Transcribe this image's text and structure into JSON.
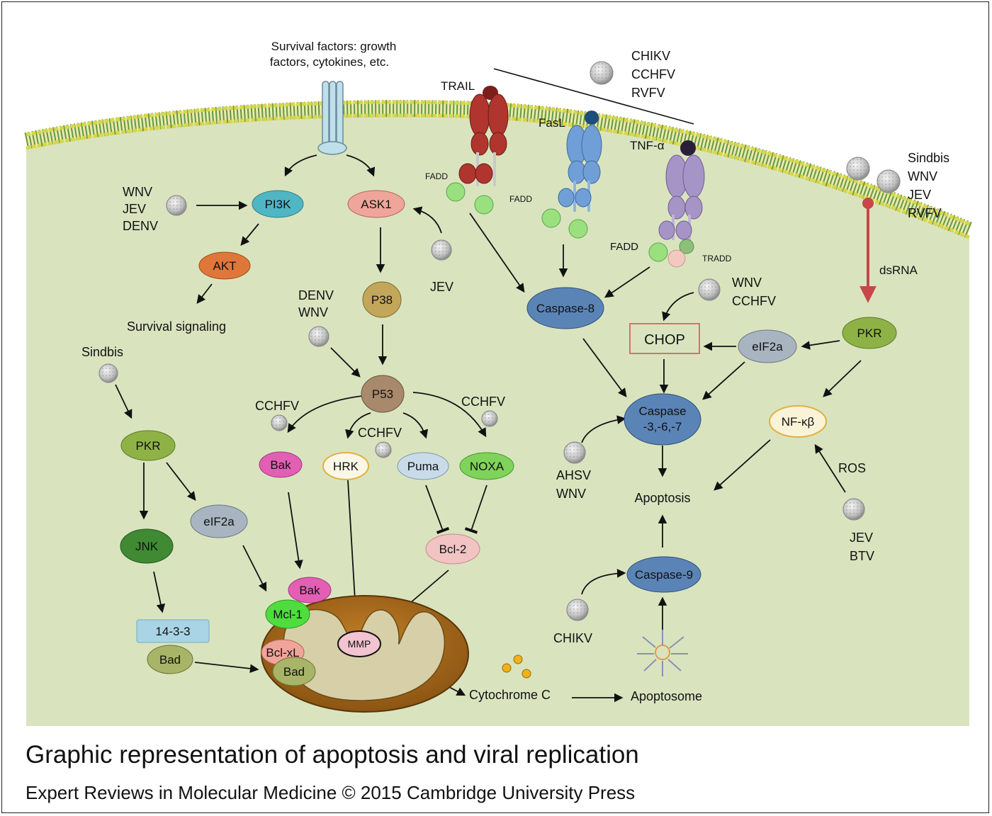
{
  "caption": {
    "title": "Graphic representation of apoptosis and viral replication",
    "credit": "Expert Reviews in Molecular Medicine © 2015 Cambridge University Press"
  },
  "colors": {
    "cytoplasm": "#d9e4bf",
    "membrane": "#4e8a2a",
    "trail_receptor": "#b0352e",
    "fasl_receptor": "#6f9fd6",
    "tnf_receptor": "#a794c6",
    "death_domain": "#9be07f",
    "caspase": "#5b84b6",
    "pkr": "#8fb246",
    "mitochondrion": "#a86a1a",
    "dsrna_arrow": "#c8474a",
    "chop_border": "#d9706c"
  },
  "labels": {
    "survival_factors_1": "Survival factors: growth",
    "survival_factors_2": "factors, cytokines, etc.",
    "pi3k": "PI3K",
    "ask1": "ASK1",
    "akt": "AKT",
    "survival_signaling": "Survival signaling",
    "p38": "P38",
    "p53": "P53",
    "bak": "Bak",
    "hrk": "HRK",
    "puma": "Puma",
    "noxa": "NOXA",
    "bcl2": "Bcl-2",
    "pkr_left": "PKR",
    "jnk": "JNK",
    "eif2a_left": "eIF2a",
    "protein_1433": "14-3-3",
    "bad_left": "Bad",
    "bak_mito": "Bak",
    "mcl1": "Mcl-1",
    "bclxl": "Bcl-xL",
    "bad_mito": "Bad",
    "mmp": "MMP",
    "cytochrome_c": "Cytochrome C",
    "apoptosome": "Apoptosome",
    "caspase9": "Caspase-9",
    "caspase8": "Caspase-8",
    "caspase367_1": "Caspase",
    "caspase367_2": "-3,-6,-7",
    "apoptosis": "Apoptosis",
    "chop": "CHOP",
    "eif2a_right": "eIF2a",
    "pkr_right": "PKR",
    "nfkb": "NF-κβ",
    "ros": "ROS",
    "dsrna": "dsRNA",
    "trail": "TRAIL",
    "fasl": "FasL",
    "tnfa": "TNF-α",
    "fadd_trail": "FADD",
    "fadd_fasl": "FADD",
    "fadd_tnf": "FADD",
    "tradd": "TRADD"
  },
  "viruses": {
    "pi3k_1": "WNV",
    "pi3k_2": "JEV",
    "pi3k_3": "DENV",
    "ask1": "JEV",
    "p53_1": "DENV",
    "p53_2": "WNV",
    "bak": "CCHFV",
    "hrk": "CCHFV",
    "noxa": "CCHFV",
    "pkr_left": "Sindbis",
    "receptors_1": "CHIKV",
    "receptors_2": "CCHFV",
    "receptors_3": "RVFV",
    "dsrna_1": "Sindbis",
    "dsrna_2": "WNV",
    "dsrna_3": "JEV",
    "dsrna_4": "RVFV",
    "chop_1": "WNV",
    "chop_2": "CCHFV",
    "caspase367_1": "AHSV",
    "caspase367_2": "WNV",
    "nfkb_1": "JEV",
    "nfkb_2": "BTV",
    "caspase9": "CHIKV"
  }
}
